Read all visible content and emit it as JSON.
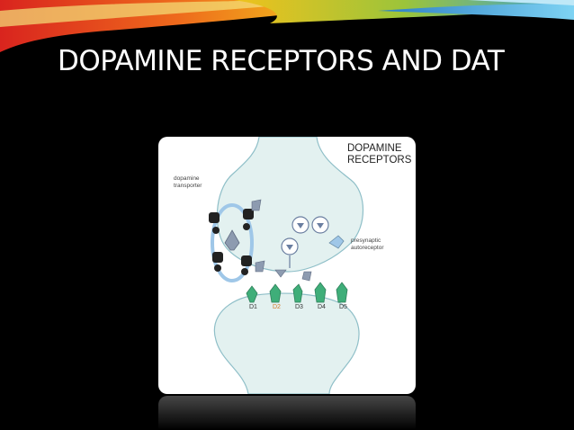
{
  "slide": {
    "title": "DOPAMINE RECEPTORS AND DAT"
  },
  "figure": {
    "heading_line1": "DOPAMINE",
    "heading_line2": "RECEPTORS",
    "transporter_line1": "dopamine",
    "transporter_line2": "transporter",
    "autoreceptor_line1": "presynaptic",
    "autoreceptor_line2": "autoreceptor",
    "receptors": [
      "D1",
      "D2",
      "D3",
      "D4",
      "D5"
    ]
  },
  "colors": {
    "background": "#000000",
    "title_text": "#ffffff",
    "terminal_fill": "#e3f1f0",
    "receptor_green": "#3fae79",
    "transporter_blue": "#9fc7e8",
    "dopamine_gray": "#8d9bb0",
    "d2_label": "#d07a2a"
  }
}
